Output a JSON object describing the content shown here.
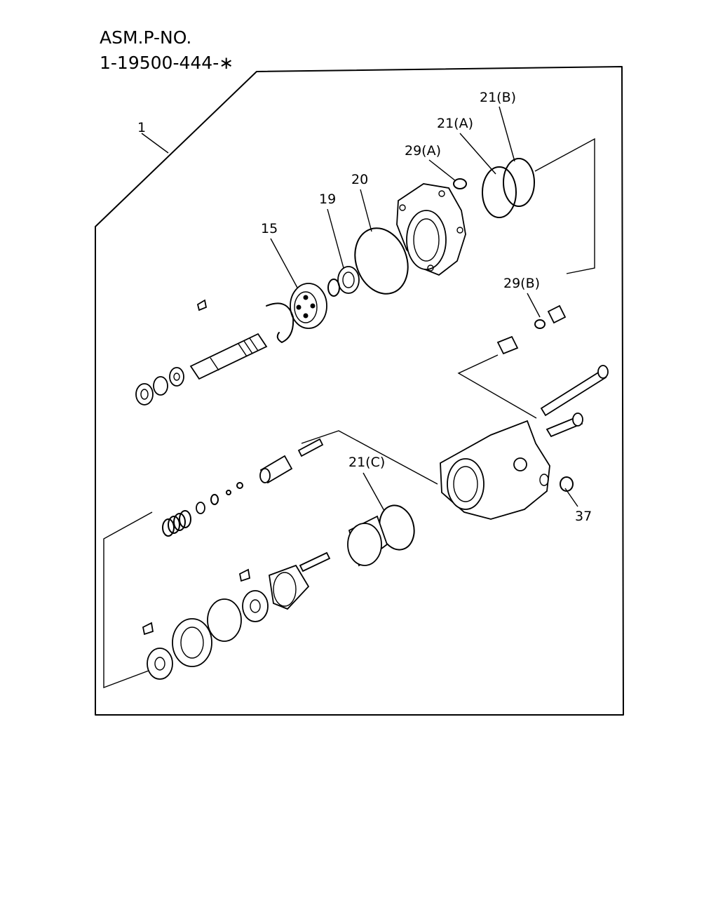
{
  "title": {
    "line1": "ASM.P-NO.",
    "line2": "1-19500-444-∗"
  },
  "callouts": {
    "c1": "1",
    "c15": "15",
    "c19": "19",
    "c20": "20",
    "c29a": "29(A)",
    "c21a": "21(A)",
    "c21b": "21(B)",
    "c29b": "29(B)",
    "c21c": "21(C)",
    "c37": "37"
  }
}
